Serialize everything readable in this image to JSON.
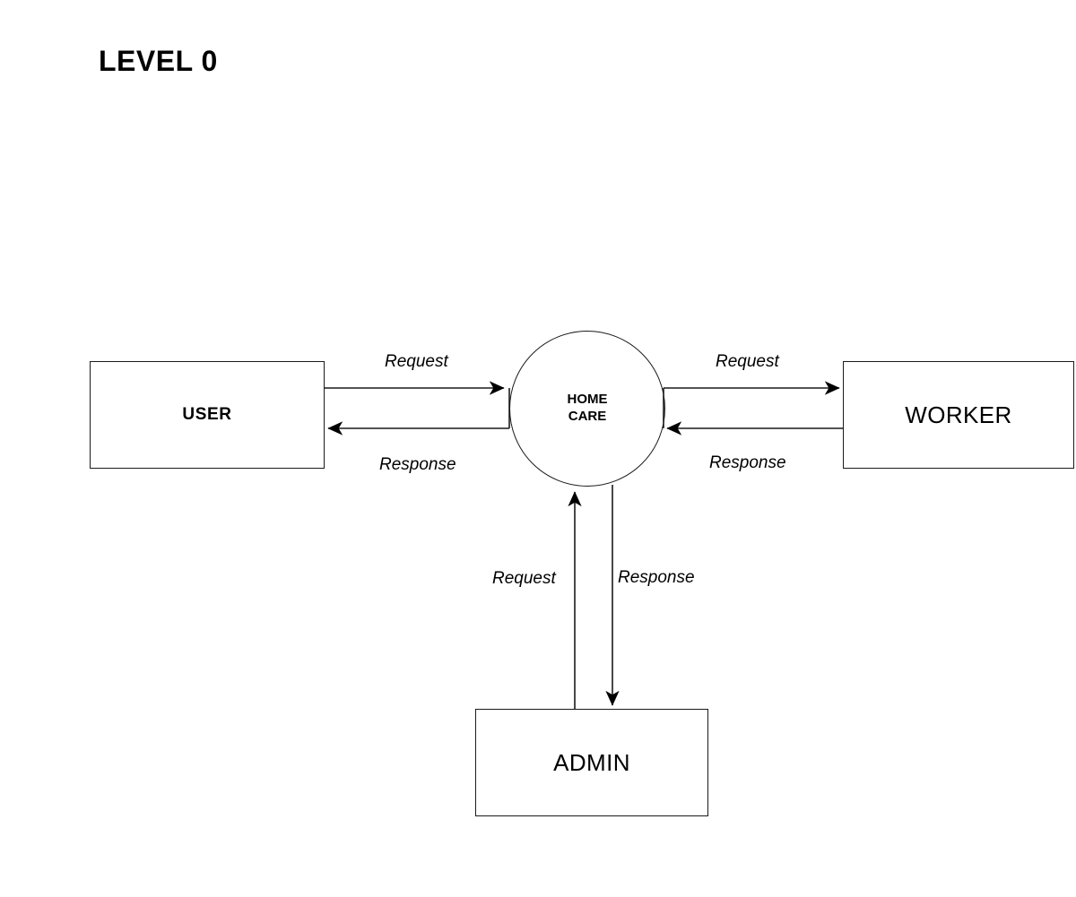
{
  "diagram": {
    "title": "LEVEL 0",
    "type": "data-flow-diagram",
    "process": {
      "name": "HOME\nCARE",
      "shape": "circle"
    },
    "entities": [
      {
        "id": "user",
        "label": "USER"
      },
      {
        "id": "worker",
        "label": "WORKER"
      },
      {
        "id": "admin",
        "label": "ADMIN"
      }
    ],
    "flows": [
      {
        "id": "user-request",
        "label": "Request",
        "from": "USER",
        "to": "HOME CARE",
        "direction": "right"
      },
      {
        "id": "user-response",
        "label": "Response",
        "from": "HOME CARE",
        "to": "USER",
        "direction": "left"
      },
      {
        "id": "worker-request",
        "label": "Request",
        "from": "HOME CARE",
        "to": "WORKER",
        "direction": "right"
      },
      {
        "id": "worker-response",
        "label": "Response",
        "from": "WORKER",
        "to": "HOME CARE",
        "direction": "left"
      },
      {
        "id": "admin-request",
        "label": "Request",
        "from": "ADMIN",
        "to": "HOME CARE",
        "direction": "up"
      },
      {
        "id": "admin-response",
        "label": "Response",
        "from": "HOME CARE",
        "to": "ADMIN",
        "direction": "down"
      }
    ],
    "colors": {
      "stroke": "#1a1a1a",
      "background": "#ffffff",
      "text": "#000000"
    }
  }
}
